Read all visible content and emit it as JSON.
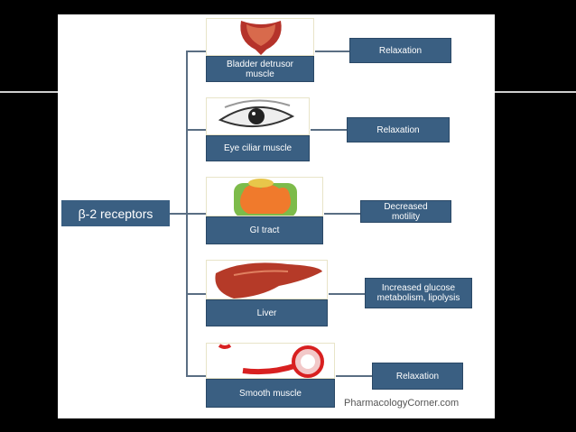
{
  "receptor": "β‑2 receptors",
  "organs": [
    {
      "label": "Bladder detrusor muscle",
      "effect": "Relaxation",
      "icon": "bladder-icon"
    },
    {
      "label": "Eye ciliar muscle",
      "effect": "Relaxation",
      "icon": "eye-icon"
    },
    {
      "label": "GI tract",
      "effect": "Decreased motility",
      "icon": "intestine-icon"
    },
    {
      "label": "Liver",
      "effect": "Increased glucose metabolism, lipolysis",
      "icon": "liver-icon"
    },
    {
      "label": "Smooth muscle",
      "effect": "Relaxation",
      "icon": "muscle-icon"
    }
  ],
  "credit": "PharmacologyCorner.com",
  "colors": {
    "box": "#3a5f82",
    "line": "#5a6e83"
  }
}
